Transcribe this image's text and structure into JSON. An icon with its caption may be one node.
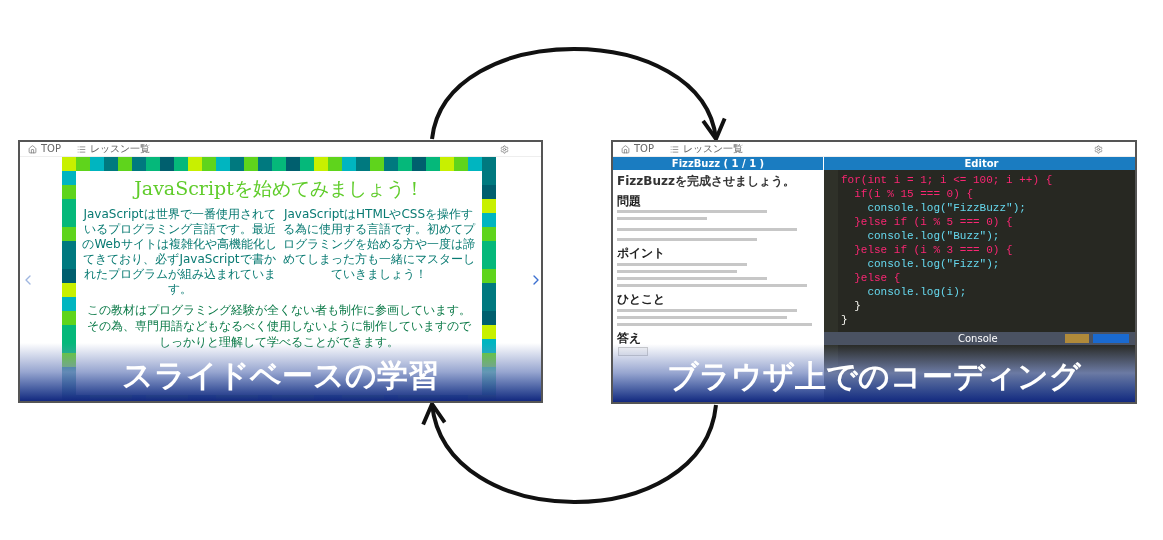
{
  "diagram": {
    "nodes": [
      {
        "text": [
          "スライドベースの学習"
        ]
      },
      {
        "text": [
          "ブラウザ上でのコーディング"
        ]
      }
    ],
    "edges": [
      {
        "from": 0,
        "to": 1,
        "arrow": "to"
      },
      {
        "from": 1,
        "to": 0,
        "arrow": "to"
      }
    ],
    "labels": [
      "TOP",
      "レッスン一覧",
      "JavaScriptを始めてみましょう！",
      "JavaScriptは世界で一番使用されているプログラミング言語です。最近のWebサイトは複雑化や高機能化してきており、必ずJavaScriptで書かれたプログラムが組み込まれています。",
      "JavaScriptはHTMLやCSSを操作する為に使用する言語です。初めてプログラミングを始める方や一度は諦めてしまった方も一緒にマスターしていきましょう！",
      "この教材はプログラミング経験が全くない者も制作に参画しています。",
      "その為、専門用語などもなるべく使用しないように制作していますので",
      "しっかりと理解して学べることができます。",
      "TOP",
      "レッスン一覧",
      "FizzBuzz ( 1 / 1 )",
      "Editor",
      "FizzBuzzを完成させましょう。",
      "問題",
      "ポイント",
      "ひとこと",
      "答え",
      "for(int i = 1; i <= 100; i ++) {",
      "  if(i % 15 === 0) {",
      "    console.log(\"FizzBuzz\");",
      "  }else if (i % 5 === 0) {",
      "    console.log(\"Buzz\");",
      "  }else if (i % 3 === 0) {",
      "    console.log(\"Fizz\");",
      "  }else {",
      "    console.log(i);",
      "  }",
      "}",
      "Console"
    ]
  }
}
